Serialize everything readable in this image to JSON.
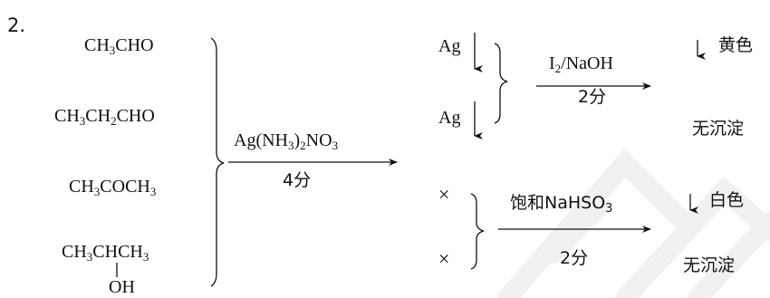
{
  "number": "2.",
  "compounds": [
    {
      "main": "CH",
      "sub1": "3",
      "tail": "CHO"
    },
    {
      "main": "CH",
      "sub1": "3",
      "mid": "CH",
      "sub2": "2",
      "tail": "CHO"
    },
    {
      "main": "CH",
      "sub1": "3",
      "mid": "COCH",
      "sub2": "3"
    },
    {
      "main": "CH",
      "sub1": "3",
      "mid": "CHCH",
      "sub2": "3",
      "branch": "OH"
    }
  ],
  "reagent1": {
    "pre": "Ag(NH",
    "sub": "3",
    "post": ")",
    "sub2": "2",
    "tail": "NO",
    "sub3": "3",
    "score": "4分"
  },
  "results1": [
    "Ag",
    "Ag"
  ],
  "reagent2": {
    "pre": "I",
    "sub": "2",
    "post": "/NaOH",
    "score": "2分"
  },
  "outcome1": [
    "黄色",
    "无沉淀"
  ],
  "results2": [
    "×",
    "×"
  ],
  "reagent3": {
    "pre": "饱和NaHSO",
    "sub": "3",
    "score": "2分"
  },
  "outcome2": [
    "白色",
    "无沉淀"
  ]
}
